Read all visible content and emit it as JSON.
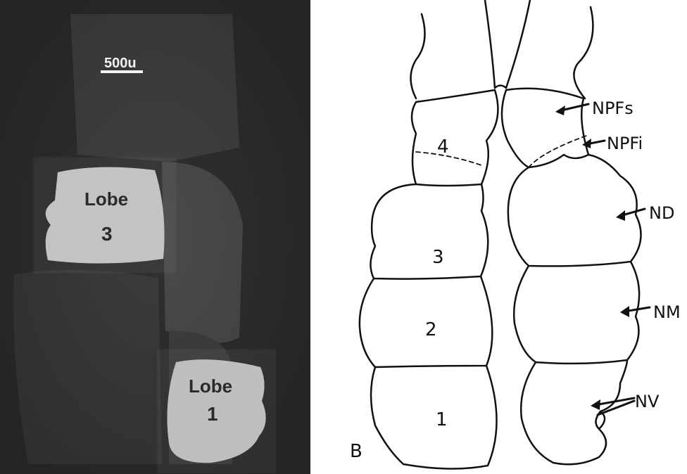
{
  "photo": {
    "scale_bar_label": "500u",
    "lobe_word": "Lobe",
    "lobe_upper_number": "3",
    "lobe_lower_number": "1"
  },
  "drawing": {
    "panel_letter": "B",
    "segment_numbers": [
      "1",
      "2",
      "3",
      "4"
    ],
    "labels": [
      "NPFs",
      "NPFi",
      "ND",
      "NM",
      "NV"
    ]
  },
  "colors": {
    "photo_background": "#2b2b2b",
    "stained_lobe": "#d8d8d8",
    "line": "#111111"
  }
}
